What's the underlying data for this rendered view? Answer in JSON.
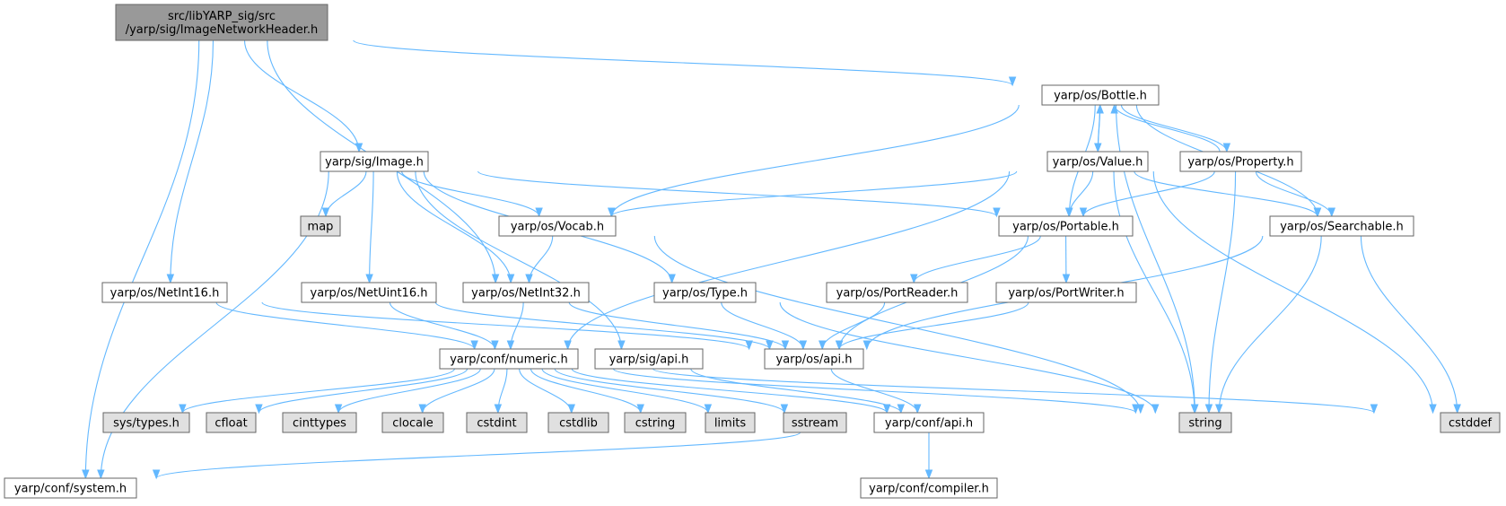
{
  "colors": {
    "root_fill": "#999999",
    "node_fill": "#ffffff",
    "external_fill": "#e0e0e0",
    "border": "#666666",
    "edge": "#63b8ff"
  },
  "nodes": [
    {
      "id": "root",
      "lines": [
        "src/libYARP_sig/src",
        "/yarp/sig/ImageNetworkHeader.h"
      ],
      "kind": "root"
    },
    {
      "id": "bottle",
      "lines": [
        "yarp/os/Bottle.h"
      ],
      "kind": "header"
    },
    {
      "id": "value",
      "lines": [
        "yarp/os/Value.h"
      ],
      "kind": "header"
    },
    {
      "id": "property",
      "lines": [
        "yarp/os/Property.h"
      ],
      "kind": "header"
    },
    {
      "id": "image",
      "lines": [
        "yarp/sig/Image.h"
      ],
      "kind": "header"
    },
    {
      "id": "vocab",
      "lines": [
        "yarp/os/Vocab.h"
      ],
      "kind": "header"
    },
    {
      "id": "portable",
      "lines": [
        "yarp/os/Portable.h"
      ],
      "kind": "header"
    },
    {
      "id": "searchable",
      "lines": [
        "yarp/os/Searchable.h"
      ],
      "kind": "header"
    },
    {
      "id": "map",
      "lines": [
        "map"
      ],
      "kind": "external"
    },
    {
      "id": "netint16",
      "lines": [
        "yarp/os/NetInt16.h"
      ],
      "kind": "header"
    },
    {
      "id": "netuint16",
      "lines": [
        "yarp/os/NetUint16.h"
      ],
      "kind": "header"
    },
    {
      "id": "netint32",
      "lines": [
        "yarp/os/NetInt32.h"
      ],
      "kind": "header"
    },
    {
      "id": "type",
      "lines": [
        "yarp/os/Type.h"
      ],
      "kind": "header"
    },
    {
      "id": "portreader",
      "lines": [
        "yarp/os/PortReader.h"
      ],
      "kind": "header"
    },
    {
      "id": "portwriter",
      "lines": [
        "yarp/os/PortWriter.h"
      ],
      "kind": "header"
    },
    {
      "id": "numeric",
      "lines": [
        "yarp/conf/numeric.h"
      ],
      "kind": "header"
    },
    {
      "id": "sigapi",
      "lines": [
        "yarp/sig/api.h"
      ],
      "kind": "header"
    },
    {
      "id": "osapi",
      "lines": [
        "yarp/os/api.h"
      ],
      "kind": "header"
    },
    {
      "id": "systypes",
      "lines": [
        "sys/types.h"
      ],
      "kind": "external"
    },
    {
      "id": "cfloat",
      "lines": [
        "cfloat"
      ],
      "kind": "external"
    },
    {
      "id": "cinttypes",
      "lines": [
        "cinttypes"
      ],
      "kind": "external"
    },
    {
      "id": "clocale",
      "lines": [
        "clocale"
      ],
      "kind": "external"
    },
    {
      "id": "cstdint",
      "lines": [
        "cstdint"
      ],
      "kind": "external"
    },
    {
      "id": "cstdlib",
      "lines": [
        "cstdlib"
      ],
      "kind": "external"
    },
    {
      "id": "cstring",
      "lines": [
        "cstring"
      ],
      "kind": "external"
    },
    {
      "id": "limits",
      "lines": [
        "limits"
      ],
      "kind": "external"
    },
    {
      "id": "sstream",
      "lines": [
        "sstream"
      ],
      "kind": "external"
    },
    {
      "id": "confapi",
      "lines": [
        "yarp/conf/api.h"
      ],
      "kind": "header"
    },
    {
      "id": "string",
      "lines": [
        "string"
      ],
      "kind": "external"
    },
    {
      "id": "cstddef",
      "lines": [
        "cstddef"
      ],
      "kind": "external"
    },
    {
      "id": "system",
      "lines": [
        "yarp/conf/system.h"
      ],
      "kind": "header"
    },
    {
      "id": "compiler",
      "lines": [
        "yarp/conf/compiler.h"
      ],
      "kind": "header"
    }
  ],
  "edges": [
    {
      "from": "root",
      "to": "bottle"
    },
    {
      "from": "root",
      "to": "image"
    },
    {
      "from": "root",
      "to": "netint16"
    },
    {
      "from": "root",
      "to": "netint32"
    },
    {
      "from": "root",
      "to": "system"
    },
    {
      "from": "bottle",
      "to": "value"
    },
    {
      "from": "bottle",
      "to": "property"
    },
    {
      "from": "bottle",
      "to": "vocab"
    },
    {
      "from": "bottle",
      "to": "portable"
    },
    {
      "from": "bottle",
      "to": "searchable"
    },
    {
      "from": "bottle",
      "to": "string"
    },
    {
      "from": "value",
      "to": "bottle"
    },
    {
      "from": "value",
      "to": "vocab"
    },
    {
      "from": "value",
      "to": "portable"
    },
    {
      "from": "value",
      "to": "searchable"
    },
    {
      "from": "value",
      "to": "numeric"
    },
    {
      "from": "value",
      "to": "string"
    },
    {
      "from": "value",
      "to": "cstddef"
    },
    {
      "from": "property",
      "to": "bottle"
    },
    {
      "from": "property",
      "to": "portable"
    },
    {
      "from": "property",
      "to": "searchable"
    },
    {
      "from": "property",
      "to": "string"
    },
    {
      "from": "image",
      "to": "map"
    },
    {
      "from": "image",
      "to": "vocab"
    },
    {
      "from": "image",
      "to": "portable"
    },
    {
      "from": "image",
      "to": "netuint16"
    },
    {
      "from": "image",
      "to": "netint32"
    },
    {
      "from": "image",
      "to": "type"
    },
    {
      "from": "image",
      "to": "sigapi"
    },
    {
      "from": "image",
      "to": "system"
    },
    {
      "from": "vocab",
      "to": "netint32"
    },
    {
      "from": "vocab",
      "to": "string"
    },
    {
      "from": "portable",
      "to": "portreader"
    },
    {
      "from": "portable",
      "to": "portwriter"
    },
    {
      "from": "portable",
      "to": "osapi"
    },
    {
      "from": "searchable",
      "to": "osapi"
    },
    {
      "from": "searchable",
      "to": "string"
    },
    {
      "from": "searchable",
      "to": "cstddef"
    },
    {
      "from": "netint16",
      "to": "numeric"
    },
    {
      "from": "netint16",
      "to": "osapi"
    },
    {
      "from": "netuint16",
      "to": "numeric"
    },
    {
      "from": "netuint16",
      "to": "osapi"
    },
    {
      "from": "netint32",
      "to": "numeric"
    },
    {
      "from": "netint32",
      "to": "osapi"
    },
    {
      "from": "type",
      "to": "osapi"
    },
    {
      "from": "type",
      "to": "string"
    },
    {
      "from": "portreader",
      "to": "osapi"
    },
    {
      "from": "portwriter",
      "to": "osapi"
    },
    {
      "from": "numeric",
      "to": "systypes"
    },
    {
      "from": "numeric",
      "to": "cfloat"
    },
    {
      "from": "numeric",
      "to": "cinttypes"
    },
    {
      "from": "numeric",
      "to": "clocale"
    },
    {
      "from": "numeric",
      "to": "cstdint"
    },
    {
      "from": "numeric",
      "to": "cstdlib"
    },
    {
      "from": "numeric",
      "to": "cstring"
    },
    {
      "from": "numeric",
      "to": "limits"
    },
    {
      "from": "numeric",
      "to": "sstream"
    },
    {
      "from": "numeric",
      "to": "confapi"
    },
    {
      "from": "numeric",
      "to": "string"
    },
    {
      "from": "numeric",
      "to": "cstddef"
    },
    {
      "from": "sigapi",
      "to": "confapi"
    },
    {
      "from": "osapi",
      "to": "confapi"
    },
    {
      "from": "confapi",
      "to": "system"
    },
    {
      "from": "confapi",
      "to": "compiler"
    }
  ]
}
